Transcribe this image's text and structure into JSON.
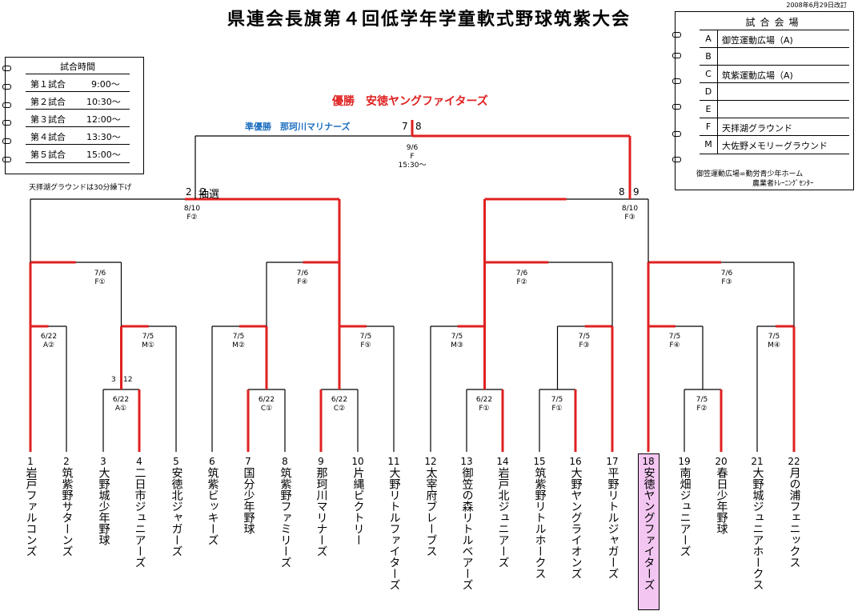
{
  "title": "県連会長旗第４回低学年学童軟式野球筑紫大会",
  "revision": "2008年6月29日改訂",
  "final": {
    "champion": "優勝　安徳ヤングファイターズ",
    "runner_up": "準優勝　那珂川マリナーズ",
    "score_left": "7",
    "score_right": "8",
    "label": "9/6\nF\n15:30～"
  },
  "semifinals": [
    {
      "score_left": "2",
      "score_right": "2",
      "note": "抽選",
      "label": "8/10\nF②"
    },
    {
      "score_left": "8",
      "score_right": "9",
      "note": "",
      "label": "8/10\nF③"
    }
  ],
  "match_labels": {
    "qf1": "7/6\nF①",
    "qf2": "7/6\nF④",
    "qf3": "7/6\nF②",
    "qf4": "7/6\nF③",
    "r1_1": "6/22\nA②",
    "r1_2": "7/5\nM①",
    "r1_3": "7/5\nM②",
    "r1_4": "7/5\nF⑤",
    "r1_5": "7/5\nM③",
    "r1_6": "7/5\nF③",
    "r1_7": "7/5\nF④",
    "r1_8": "7/5\nM④",
    "p1": "6/22\nA①",
    "p2": "6/22\nC①",
    "p3": "6/22\nC②",
    "p4": "6/22\nF①",
    "p5": "7/5\nF①",
    "p6": "7/5\nF②"
  },
  "extra_scores": {
    "left": "3",
    "right": "12"
  },
  "teams": [
    {
      "num": "1",
      "name": "岩戸ファルコンズ"
    },
    {
      "num": "2",
      "name": "筑紫野サターンズ"
    },
    {
      "num": "3",
      "name": "大野城少年野球"
    },
    {
      "num": "4",
      "name": "二日市ジュニアーズ"
    },
    {
      "num": "5",
      "name": "安徳北ジャガーズ"
    },
    {
      "num": "6",
      "name": "筑紫ビッキーズ"
    },
    {
      "num": "7",
      "name": "国分少年野球"
    },
    {
      "num": "8",
      "name": "筑紫野ファミリーズ"
    },
    {
      "num": "9",
      "name": "那珂川マリナーズ"
    },
    {
      "num": "10",
      "name": "片縄ビクトリー"
    },
    {
      "num": "11",
      "name": "大野リトルファイターズ"
    },
    {
      "num": "12",
      "name": "太宰府ブレーブス"
    },
    {
      "num": "13",
      "name": "御笠の森リトルベアーズ"
    },
    {
      "num": "14",
      "name": "岩戸北ジュニアーズ"
    },
    {
      "num": "15",
      "name": "筑紫野リトルホークス"
    },
    {
      "num": "16",
      "name": "大野ヤングライオンズ"
    },
    {
      "num": "17",
      "name": "平野リトルジャガーズ"
    },
    {
      "num": "18",
      "name": "安徳ヤングファイターズ"
    },
    {
      "num": "19",
      "name": "南畑ジュニアーズ"
    },
    {
      "num": "20",
      "name": "春日少年野球"
    },
    {
      "num": "21",
      "name": "大野城ジュニアホークス"
    },
    {
      "num": "22",
      "name": "月の浦フェニックス"
    }
  ],
  "schedule": {
    "title": "試合時間",
    "rows": [
      {
        "game": "第１試合",
        "time": "9:00～"
      },
      {
        "game": "第２試合",
        "time": "10:30～"
      },
      {
        "game": "第３試合",
        "time": "12:00～"
      },
      {
        "game": "第４試合",
        "time": "13:30～"
      },
      {
        "game": "第５試合",
        "time": "15:00～"
      }
    ],
    "note": "天拝湖グラウンドは30分繰下げ"
  },
  "venues": {
    "title": "試合会場",
    "rows": [
      {
        "code": "A",
        "name": "御笠運動広場（A)"
      },
      {
        "code": "B",
        "name": ""
      },
      {
        "code": "C",
        "name": "筑紫運動広場（A)"
      },
      {
        "code": "D",
        "name": ""
      },
      {
        "code": "E",
        "name": ""
      },
      {
        "code": "F",
        "name": "天拝湖グラウンド"
      },
      {
        "code": "M",
        "name": "大佐野メモリーグラウンド"
      }
    ],
    "note1": "御笠運動広場=勤労青少年ホーム",
    "note2": "農業者ﾄﾚｰﾆﾝｸﾞｾﾝﾀｰ"
  },
  "colors": {
    "win_line": "#e02020",
    "line": "#000000",
    "champion": "#e02020",
    "runner_up": "#1e6fbf",
    "winner_bg": "#f3c6f2"
  }
}
